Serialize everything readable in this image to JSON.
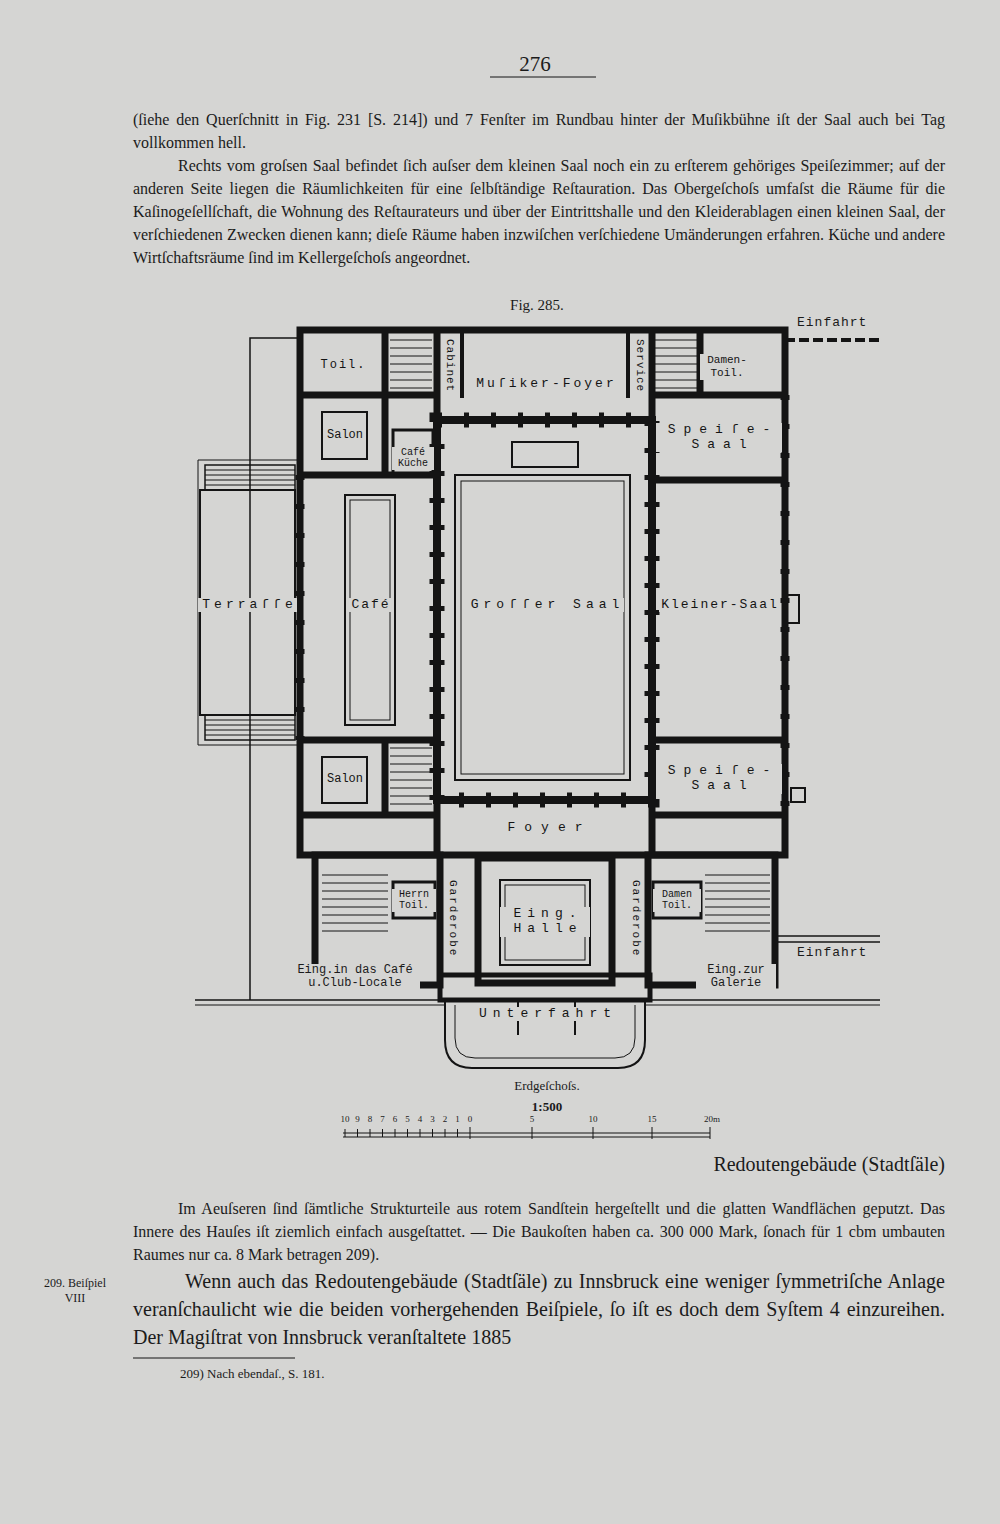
{
  "diagram": {
    "title": "Fig. 285.",
    "caption": "Redoutengebäude (Stadtſäle)",
    "nodes": [
      {
        "text": [
          "Toil."
        ]
      },
      {
        "text": [
          "Cabinet"
        ]
      },
      {
        "text": [
          "Muſiker-Foyer"
        ]
      },
      {
        "text": [
          "Service"
        ]
      },
      {
        "text": [
          "Damen- Toil."
        ]
      },
      {
        "text": [
          "Salon"
        ]
      },
      {
        "text": [
          "Café Küche"
        ]
      },
      {
        "text": [
          "Speiſe- Saal"
        ]
      },
      {
        "text": [
          "Terraſſe"
        ]
      },
      {
        "text": [
          "Café"
        ]
      },
      {
        "text": [
          "Groſſer Saal"
        ]
      },
      {
        "text": [
          "Kleiner-Saal"
        ]
      },
      {
        "text": [
          "Salon"
        ]
      },
      {
        "text": [
          "Speiſe- Saal"
        ]
      },
      {
        "text": [
          "Foyer"
        ]
      },
      {
        "text": [
          "Herrn Toil."
        ]
      },
      {
        "text": [
          "Garderobe"
        ]
      },
      {
        "text": [
          "Eing. Halle"
        ]
      },
      {
        "text": [
          "Garderobe"
        ]
      },
      {
        "text": [
          "Damen Toil."
        ]
      },
      {
        "text": [
          "Unterfahrt"
        ]
      }
    ],
    "labels": [
      "276",
      "(ſiehe den Querſchnitt in Fig. 231 [S. 214]) und 7 Fenſter im Rundbau hinter der Muſikbühne iſt der Saal auch bei Tag vollkommen hell.",
      "Rechts vom groſsen Saal befindet ſich auſser dem kleinen Saal noch ein zu erſterem gehöriges Speiſezimmer; auf der anderen Seite liegen die Räumlichkeiten für eine ſelbſtändige Reſtauration. Das Obergeſchoſs umfaſst die Räume für die Kaſinogeſellſchaft, die Wohnung des Reſtaurateurs und über der Eintrittshalle und den Kleiderablagen einen kleinen Saal, der verſchiedenen Zwecken dienen kann; dieſe Räume haben inzwiſchen verſchiedene Umänderungen erfahren. Küche und andere Wirtſchaftsräume ſind im Kellergeſchoſs angeordnet.",
      "Einfahrt",
      "Einfahrt",
      "Eing.in das Café u.Club-Locale",
      "Eing.zur Galerie",
      "Erdgeſchoſs.",
      "1:500",
      "10",
      "9",
      "8",
      "7",
      "6",
      "5",
      "4",
      "3",
      "2",
      "1",
      "0",
      "5",
      "10",
      "15",
      "20m",
      "Im Aeuſseren ſind ſämtliche Strukturteile aus rotem Sandſtein hergeſtellt und die glatten Wandflächen geputzt. Das Innere des Hauſes iſt ziemlich einfach ausgeſtattet. — Die Baukoſten haben ca. 300 000 Mark, ſonach für 1 cbm umbauten Raumes nur ca. 8 Mark betragen 209).",
      "209. Beiſpiel VIII",
      "Wenn auch das Redoutengebäude (Stadtſäle) zu Innsbruck eine weniger ſymmetriſche Anlage veranſchaulicht wie die beiden vorhergehenden Beiſpiele, ſo iſt es doch dem Syſtem 4 einzureihen. Der Magiſtrat von Innsbruck veranſtaltete 1885",
      "209) Nach ebendaſ., S. 181."
    ]
  }
}
